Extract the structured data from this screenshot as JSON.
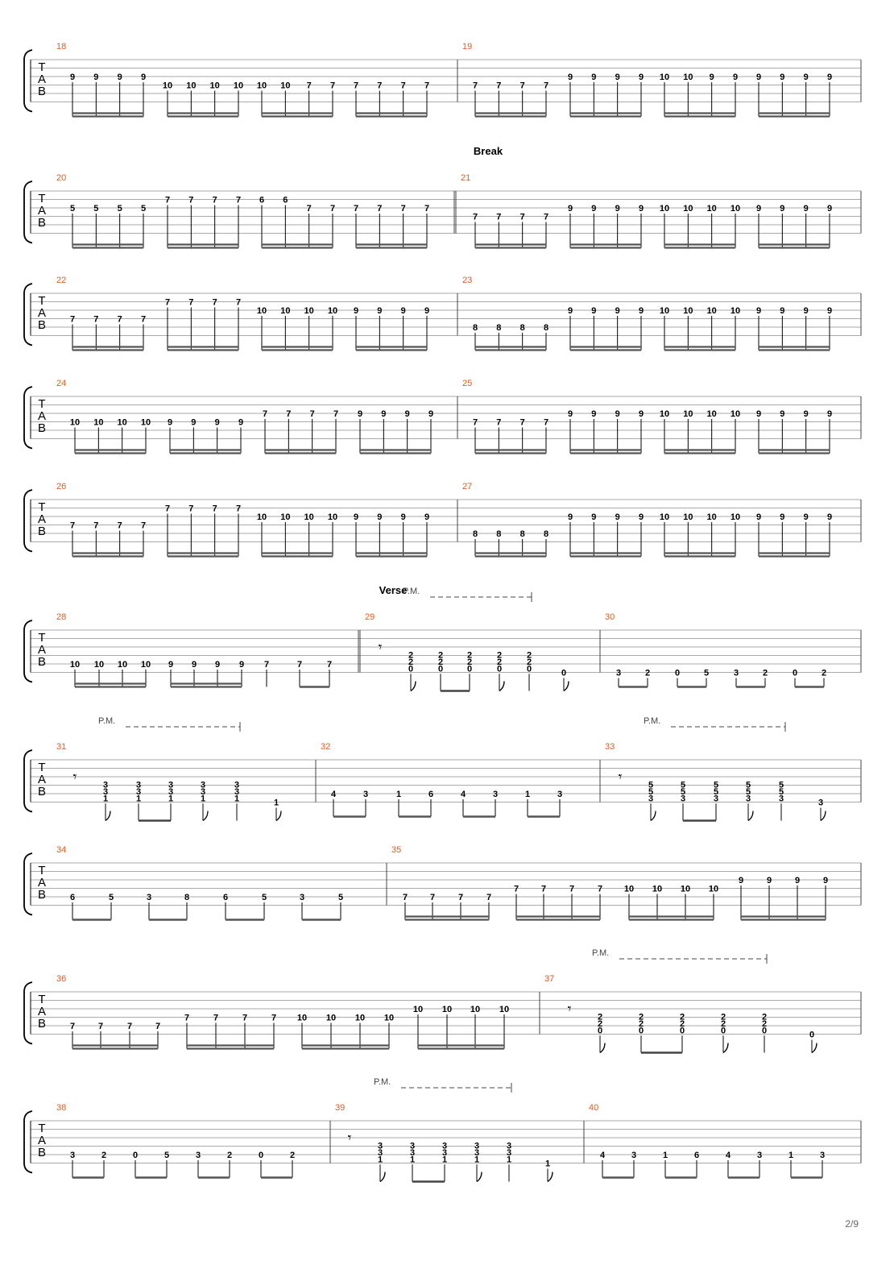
{
  "page": {
    "number": "2/9"
  },
  "systems": [
    {
      "bars": [
        {
          "n": "18",
          "notes": [
            [
              "9"
            ],
            [
              "9"
            ],
            [
              "9"
            ],
            [
              "9"
            ],
            [
              "10"
            ],
            [
              "10"
            ],
            [
              "10"
            ],
            [
              "10"
            ],
            [
              "10"
            ],
            [
              "10"
            ],
            [
              "7"
            ],
            [
              "7"
            ],
            [
              "7"
            ],
            [
              "7"
            ],
            [
              "7"
            ],
            [
              "7"
            ]
          ]
        },
        {
          "n": "19",
          "notes": [
            [
              "7"
            ],
            [
              "7"
            ],
            [
              "7"
            ],
            [
              "7"
            ],
            [
              "9"
            ],
            [
              "9"
            ],
            [
              "9"
            ],
            [
              "9"
            ],
            [
              "10"
            ],
            [
              "10"
            ],
            [
              "9"
            ],
            [
              "9"
            ],
            [
              "9"
            ],
            [
              "9"
            ],
            [
              "9"
            ],
            [
              "9"
            ]
          ]
        }
      ]
    },
    {
      "section": "Break",
      "bars": [
        {
          "n": "20",
          "notes": [
            [
              "5"
            ],
            [
              "5"
            ],
            [
              "5"
            ],
            [
              "5"
            ],
            [
              "7"
            ],
            [
              "7"
            ],
            [
              "7"
            ],
            [
              "7"
            ],
            [
              "6"
            ],
            [
              "6"
            ],
            [
              "7"
            ],
            [
              "7"
            ],
            [
              "7"
            ],
            [
              "7"
            ],
            [
              "7"
            ],
            [
              "7"
            ]
          ]
        },
        {
          "n": "21",
          "notes": [
            [
              "7"
            ],
            [
              "7"
            ],
            [
              "7"
            ],
            [
              "7"
            ],
            [
              "9"
            ],
            [
              "9"
            ],
            [
              "9"
            ],
            [
              "9"
            ],
            [
              "10"
            ],
            [
              "10"
            ],
            [
              "10"
            ],
            [
              "10"
            ],
            [
              "9"
            ],
            [
              "9"
            ],
            [
              "9"
            ],
            [
              "9"
            ]
          ]
        }
      ]
    },
    {
      "bars": [
        {
          "n": "22",
          "notes": [
            [
              "7"
            ],
            [
              "7"
            ],
            [
              "7"
            ],
            [
              "7"
            ],
            [
              "7"
            ],
            [
              "7"
            ],
            [
              "7"
            ],
            [
              "7"
            ],
            [
              "10"
            ],
            [
              "10"
            ],
            [
              "10"
            ],
            [
              "10"
            ],
            [
              "9"
            ],
            [
              "9"
            ],
            [
              "9"
            ],
            [
              "9"
            ]
          ]
        },
        {
          "n": "23",
          "notes": [
            [
              "8"
            ],
            [
              "8"
            ],
            [
              "8"
            ],
            [
              "8"
            ],
            [
              "9"
            ],
            [
              "9"
            ],
            [
              "9"
            ],
            [
              "9"
            ],
            [
              "10"
            ],
            [
              "10"
            ],
            [
              "10"
            ],
            [
              "10"
            ],
            [
              "9"
            ],
            [
              "9"
            ],
            [
              "9"
            ],
            [
              "9"
            ]
          ]
        }
      ]
    },
    {
      "bars": [
        {
          "n": "24",
          "notes": [
            [
              "10"
            ],
            [
              "10"
            ],
            [
              "10"
            ],
            [
              "10"
            ],
            [
              "9"
            ],
            [
              "9"
            ],
            [
              "9"
            ],
            [
              "9"
            ],
            [
              "7"
            ],
            [
              "7"
            ],
            [
              "7"
            ],
            [
              "7"
            ],
            [
              "9"
            ],
            [
              "9"
            ],
            [
              "9"
            ],
            [
              "9"
            ]
          ]
        },
        {
          "n": "25",
          "notes": [
            [
              "7"
            ],
            [
              "7"
            ],
            [
              "7"
            ],
            [
              "7"
            ],
            [
              "9"
            ],
            [
              "9"
            ],
            [
              "9"
            ],
            [
              "9"
            ],
            [
              "10"
            ],
            [
              "10"
            ],
            [
              "10"
            ],
            [
              "10"
            ],
            [
              "9"
            ],
            [
              "9"
            ],
            [
              "9"
            ],
            [
              "9"
            ]
          ]
        }
      ]
    },
    {
      "bars": [
        {
          "n": "26",
          "notes": [
            [
              "7"
            ],
            [
              "7"
            ],
            [
              "7"
            ],
            [
              "7"
            ],
            [
              "7"
            ],
            [
              "7"
            ],
            [
              "7"
            ],
            [
              "7"
            ],
            [
              "10"
            ],
            [
              "10"
            ],
            [
              "10"
            ],
            [
              "10"
            ],
            [
              "9"
            ],
            [
              "9"
            ],
            [
              "9"
            ],
            [
              "9"
            ]
          ]
        },
        {
          "n": "27",
          "notes": [
            [
              "8"
            ],
            [
              "8"
            ],
            [
              "8"
            ],
            [
              "8"
            ],
            [
              "9"
            ],
            [
              "9"
            ],
            [
              "9"
            ],
            [
              "9"
            ],
            [
              "10"
            ],
            [
              "10"
            ],
            [
              "10"
            ],
            [
              "10"
            ],
            [
              "9"
            ],
            [
              "9"
            ],
            [
              "9"
            ],
            [
              "9"
            ]
          ]
        }
      ]
    },
    {
      "section": "Verse",
      "pm": "P.M.",
      "bars": [
        {
          "n": "28",
          "notes": [
            [
              "10"
            ],
            [
              "10"
            ],
            [
              "10"
            ],
            [
              "10"
            ],
            [
              "9"
            ],
            [
              "9"
            ],
            [
              "9"
            ],
            [
              "9"
            ],
            [
              "7"
            ],
            [
              "7"
            ],
            [
              "7"
            ]
          ]
        },
        {
          "n": "29",
          "notes": [
            [
              "2",
              "2",
              "0"
            ],
            [
              "2",
              "2",
              "0"
            ],
            [
              "2",
              "2",
              "0"
            ],
            [
              "2",
              "2",
              "0"
            ],
            [
              "2",
              "2",
              "0"
            ],
            [
              "0"
            ]
          ]
        },
        {
          "n": "30",
          "notes": [
            [
              "3"
            ],
            [
              "2"
            ],
            [
              "0"
            ],
            [
              "5"
            ],
            [
              "3"
            ],
            [
              "2"
            ],
            [
              "0"
            ],
            [
              "2"
            ]
          ]
        }
      ]
    },
    {
      "pm": "P.M.",
      "pm2": "P.M.",
      "bars": [
        {
          "n": "31",
          "notes": [
            [
              "3",
              "3",
              "1"
            ],
            [
              "3",
              "3",
              "1"
            ],
            [
              "3",
              "3",
              "1"
            ],
            [
              "3",
              "3",
              "1"
            ],
            [
              "3",
              "3",
              "1"
            ],
            [
              "1"
            ]
          ]
        },
        {
          "n": "32",
          "notes": [
            [
              "4"
            ],
            [
              "3"
            ],
            [
              "1"
            ],
            [
              "6"
            ],
            [
              "4"
            ],
            [
              "3"
            ],
            [
              "1"
            ],
            [
              "3"
            ]
          ]
        },
        {
          "n": "33",
          "notes": [
            [
              "5",
              "5",
              "3"
            ],
            [
              "5",
              "5",
              "3"
            ],
            [
              "5",
              "5",
              "3"
            ],
            [
              "5",
              "5",
              "3"
            ],
            [
              "5",
              "5",
              "3"
            ],
            [
              "3"
            ]
          ]
        }
      ]
    },
    {
      "bars": [
        {
          "n": "34",
          "notes": [
            [
              "6"
            ],
            [
              "5"
            ],
            [
              "3"
            ],
            [
              "8"
            ],
            [
              "6"
            ],
            [
              "5"
            ],
            [
              "3"
            ],
            [
              "5"
            ]
          ]
        },
        {
          "n": "35",
          "notes": [
            [
              "7"
            ],
            [
              "7"
            ],
            [
              "7"
            ],
            [
              "7"
            ],
            [
              "7"
            ],
            [
              "7"
            ],
            [
              "7"
            ],
            [
              "7"
            ],
            [
              "10"
            ],
            [
              "10"
            ],
            [
              "10"
            ],
            [
              "10"
            ],
            [
              "9"
            ],
            [
              "9"
            ],
            [
              "9"
            ],
            [
              "9"
            ]
          ]
        }
      ]
    },
    {
      "pm": "P.M.",
      "bars": [
        {
          "n": "36",
          "notes": [
            [
              "7"
            ],
            [
              "7"
            ],
            [
              "7"
            ],
            [
              "7"
            ],
            [
              "7"
            ],
            [
              "7"
            ],
            [
              "7"
            ],
            [
              "7"
            ],
            [
              "10"
            ],
            [
              "10"
            ],
            [
              "10"
            ],
            [
              "10"
            ],
            [
              "10"
            ],
            [
              "10"
            ],
            [
              "10"
            ],
            [
              "10"
            ]
          ]
        },
        {
          "n": "37",
          "notes": [
            [
              "2",
              "2",
              "0"
            ],
            [
              "2",
              "2",
              "0"
            ],
            [
              "2",
              "2",
              "0"
            ],
            [
              "2",
              "2",
              "0"
            ],
            [
              "2",
              "2",
              "0"
            ],
            [
              "0"
            ]
          ]
        }
      ]
    },
    {
      "pm": "P.M.",
      "bars": [
        {
          "n": "38",
          "notes": [
            [
              "3"
            ],
            [
              "2"
            ],
            [
              "0"
            ],
            [
              "5"
            ],
            [
              "3"
            ],
            [
              "2"
            ],
            [
              "0"
            ],
            [
              "2"
            ]
          ]
        },
        {
          "n": "39",
          "notes": [
            [
              "3",
              "3",
              "1"
            ],
            [
              "3",
              "3",
              "1"
            ],
            [
              "3",
              "3",
              "1"
            ],
            [
              "3",
              "3",
              "1"
            ],
            [
              "3",
              "3",
              "1"
            ],
            [
              "1"
            ]
          ]
        },
        {
          "n": "40",
          "notes": [
            [
              "4"
            ],
            [
              "3"
            ],
            [
              "1"
            ],
            [
              "6"
            ],
            [
              "4"
            ],
            [
              "3"
            ],
            [
              "1"
            ],
            [
              "3"
            ]
          ]
        }
      ]
    }
  ],
  "tab_label": [
    "T",
    "A",
    "B"
  ]
}
